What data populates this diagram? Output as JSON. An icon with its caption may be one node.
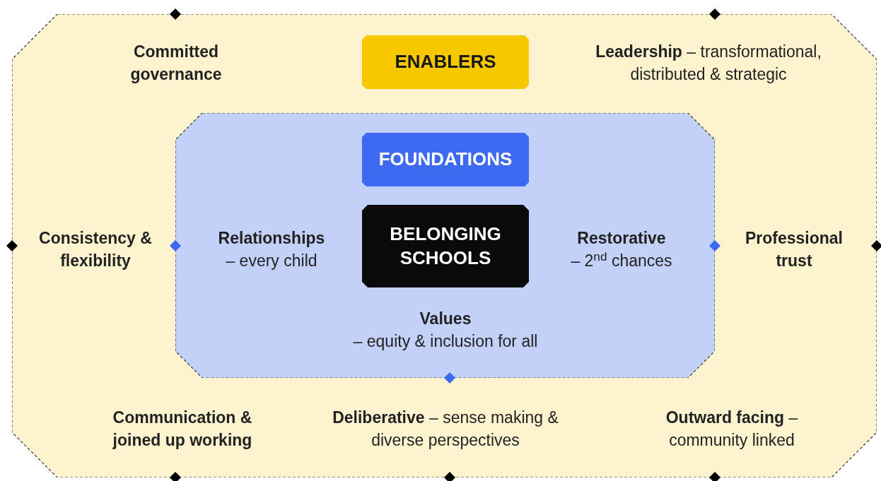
{
  "diagram": {
    "nodes": [
      {
        "text": [
          "Committed governance",
          "**Leadership** – transformational, distributed & strategic",
          "Consistency & flexibility",
          "Professional trust",
          "Communication & joined up working",
          "**Deliberative** – sense making & diverse perspectives",
          "**Outward facing** – community linked"
        ]
      },
      {
        "text": [
          "ENABLERS"
        ],
        "in": 0
      },
      {
        "text": [
          "**Relationships** – every child",
          "**Restorative** – 2$^{nd}$ chances",
          "**Values** – equity & inclusion for all"
        ],
        "in": 0
      },
      {
        "text": [
          "FOUNDATIONS"
        ],
        "in": 2
      },
      {
        "text": [
          "BELONGING SCHOOLS"
        ],
        "in": 2
      }
    ]
  }
}
